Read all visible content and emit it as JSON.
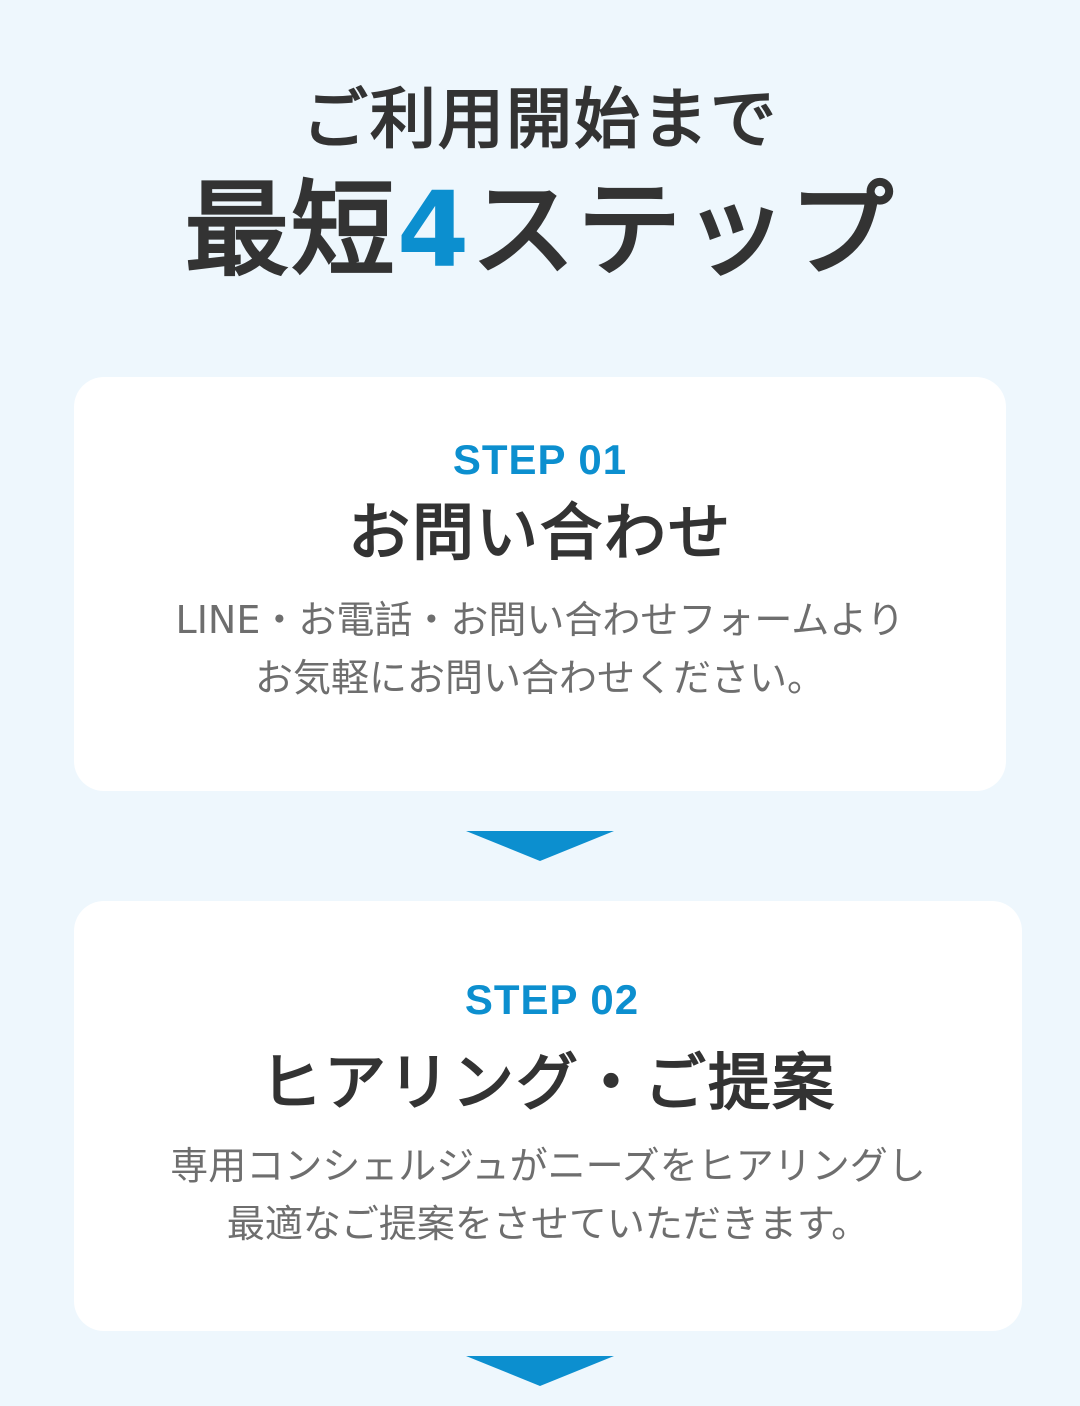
{
  "header": {
    "subtitle": "ご利用開始まで",
    "title_prefix": "最短",
    "title_number": "4",
    "title_suffix": "ステップ"
  },
  "steps": [
    {
      "label": "STEP 01",
      "title": "お問い合わせ",
      "desc_line1": "LINE・お電話・お問い合わせフォームより",
      "desc_line2": "お気軽にお問い合わせください。"
    },
    {
      "label": "STEP 02",
      "title": "ヒアリング・ご提案",
      "desc_line1": "専用コンシェルジュがニーズをヒアリングし",
      "desc_line2": "最適なご提案をさせていただきます。"
    }
  ],
  "colors": {
    "accent": "#0c8fcf",
    "background": "#eef7fd",
    "card": "#ffffff",
    "heading": "#333333",
    "body_text": "#6e6e6e"
  },
  "icons": {
    "step_arrow": "down-triangle-icon"
  }
}
